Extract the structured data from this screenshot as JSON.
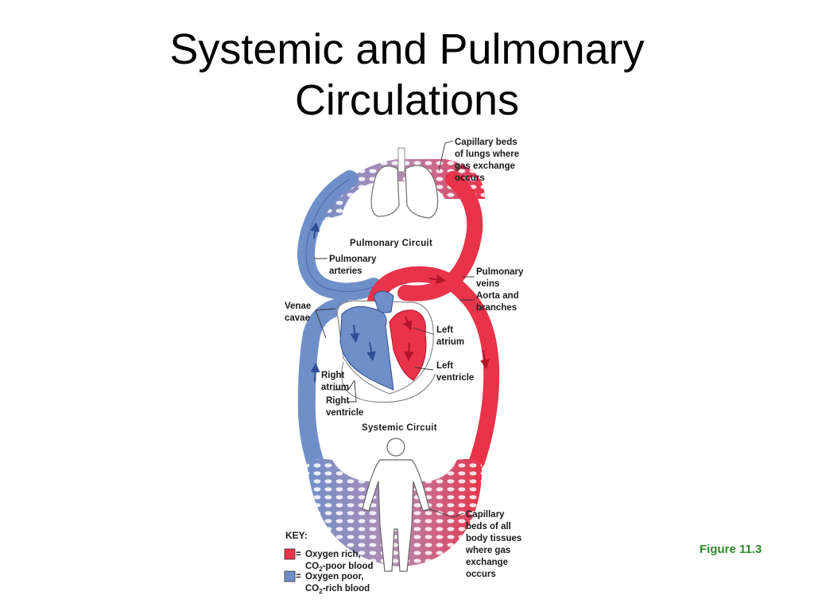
{
  "title": {
    "line1": "Systemic and Pulmonary",
    "line2": "Circulations"
  },
  "colors": {
    "oxygen_rich": "#e8334a",
    "oxygen_poor": "#6f8fc9",
    "caption": "#2c8a2c"
  },
  "diagram": {
    "pulmonary_circuit": "Pulmonary Circuit",
    "systemic_circuit": "Systemic Circuit",
    "labels": {
      "capillary_lungs": [
        "Capillary beds",
        "of lungs where",
        "gas exchange",
        "occurs"
      ],
      "pulmonary_arteries": [
        "Pulmonary",
        "arteries"
      ],
      "pulmonary_veins": [
        "Pulmonary",
        "veins"
      ],
      "aorta": [
        "Aorta and",
        "branches"
      ],
      "venae_cavae": [
        "Venae",
        "cavae"
      ],
      "left_atrium": [
        "Left",
        "atrium"
      ],
      "left_ventricle": [
        "Left",
        "ventricle"
      ],
      "right_atrium": [
        "Right",
        "atrium"
      ],
      "right_ventricle": [
        "Right",
        "ventricle"
      ],
      "capillary_body": [
        "Capillary",
        "beds of all",
        "body tissues",
        "where gas",
        "exchange",
        "occurs"
      ]
    },
    "key": {
      "title": "KEY:",
      "rich": {
        "line1": "Oxygen rich,",
        "line2_pre": "CO",
        "line2_sub": "2",
        "line2_post": "-poor blood"
      },
      "poor": {
        "line1": "Oxygen poor,",
        "line2_pre": "CO",
        "line2_sub": "2",
        "line2_post": "-rich blood"
      }
    }
  },
  "caption": "Figure 11.3"
}
